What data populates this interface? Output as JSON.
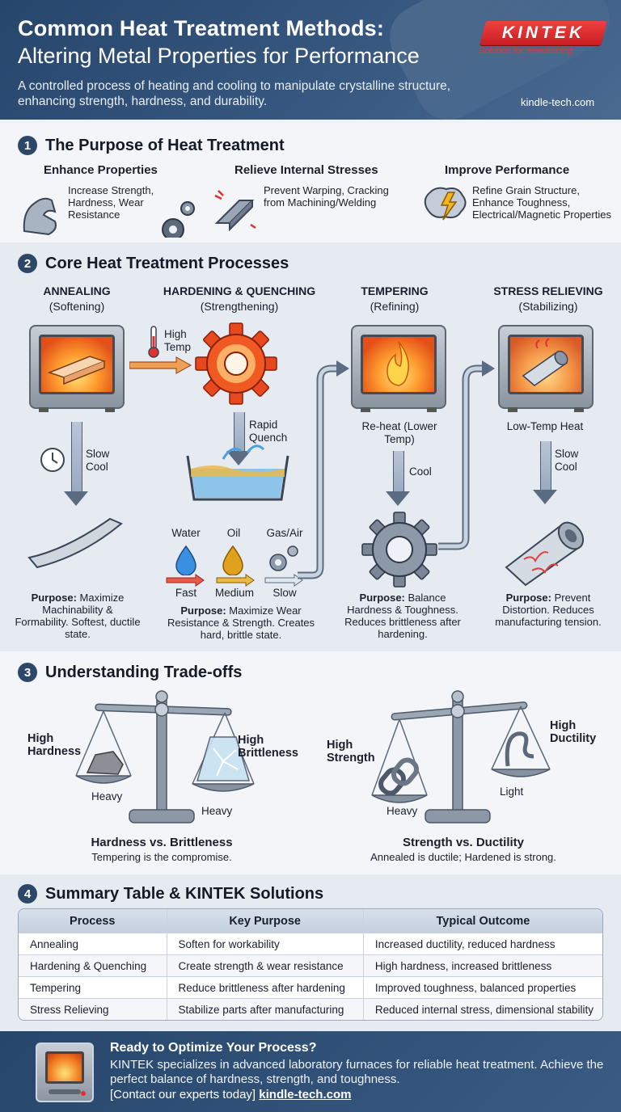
{
  "header": {
    "title_line1": "Common Heat Treatment Methods:",
    "title_line2": "Altering Metal Properties for Performance",
    "subtitle": "A controlled process of heating and cooling to manipulate crystalline structure, enhancing strength, hardness, and durability.",
    "logo_text": "KINTEK",
    "logo_tagline": "Solution for researching",
    "site": "kindle-tech.com"
  },
  "section1": {
    "number": "1",
    "title": "The Purpose of Heat Treatment",
    "items": [
      {
        "title": "Enhance Properties",
        "text": "Increase Strength, Hardness, Wear Resistance",
        "icon": "muscle-gear-icon"
      },
      {
        "title": "Relieve Internal Stresses",
        "text": "Prevent Warping, Cracking from Machining/Welding",
        "icon": "stressed-beam-icon"
      },
      {
        "title": "Improve Performance",
        "text": "Refine Grain Structure, Enhance Toughness, Electrical/Magnetic Properties",
        "icon": "brain-bolt-icon"
      }
    ]
  },
  "section2": {
    "number": "2",
    "title": "Core Heat Treatment Processes",
    "annealing": {
      "name": "ANNEALING",
      "sub": "(Softening)",
      "cool_label": "Slow Cool",
      "purpose_label": "Purpose:",
      "purpose_text": " Maximize Machinability & Formability. Softest, ductile state."
    },
    "hardening": {
      "name": "HARDENING & QUENCHING",
      "sub": "(Strengthening)",
      "heat_label": "High Temp",
      "quench_label": "Rapid Quench",
      "media": [
        {
          "name": "Water",
          "speed": "Fast",
          "color": "#3b8fe0"
        },
        {
          "name": "Oil",
          "speed": "Medium",
          "color": "#e0a21e"
        },
        {
          "name": "Gas/Air",
          "speed": "Slow",
          "color": "#8d9aaa"
        }
      ],
      "purpose_label": "Purpose:",
      "purpose_text": " Maximize Wear Resistance & Strength. Creates hard, brittle state."
    },
    "tempering": {
      "name": "TEMPERING",
      "sub": "(Refining)",
      "reheat_label": "Re-heat (Lower Temp)",
      "cool_label": "Cool",
      "purpose_label": "Purpose:",
      "purpose_text": " Balance Hardness & Toughness. Reduces brittleness after hardening."
    },
    "stress": {
      "name": "STRESS RELIEVING",
      "sub": "(Stabilizing)",
      "heat_label": "Low-Temp Heat",
      "cool_label": "Slow Cool",
      "purpose_label": "Purpose:",
      "purpose_text": " Prevent Distortion. Reduces manufacturing tension."
    }
  },
  "section3": {
    "number": "3",
    "title": "Understanding Trade-offs",
    "left": {
      "left_label": "High Hardness",
      "left_weight": "Heavy",
      "right_label": "High Brittleness",
      "right_weight": "Heavy",
      "caption": "Hardness vs. Brittleness",
      "note": "Tempering is the compromise."
    },
    "right": {
      "left_label": "High Strength",
      "left_weight": "Heavy",
      "right_label": "High Ductility",
      "right_weight": "Light",
      "caption": "Strength vs. Ductility",
      "note": "Annealed is ductile; Hardened is strong."
    }
  },
  "section4": {
    "number": "4",
    "title": "Summary Table & KINTEK Solutions",
    "columns": [
      "Process",
      "Key Purpose",
      "Typical Outcome"
    ],
    "rows": [
      [
        "Annealing",
        "Soften for workability",
        "Increased ductility, reduced hardness"
      ],
      [
        "Hardening & Quenching",
        "Create strength & wear resistance",
        "High hardness, increased brittleness"
      ],
      [
        "Tempering",
        "Reduce brittleness after hardening",
        "Improved toughness, balanced properties"
      ],
      [
        "Stress Relieving",
        "Stabilize parts after manufacturing",
        "Reduced internal stress, dimensional stability"
      ]
    ]
  },
  "footer": {
    "title": "Ready to Optimize Your Process?",
    "text": "KINTEK specializes in advanced laboratory furnaces for reliable heat treatment. Achieve the perfect balance of hardness, strength, and toughness.",
    "cta_prefix": "[Contact our experts today] ",
    "cta_link": "kindle-tech.com"
  }
}
